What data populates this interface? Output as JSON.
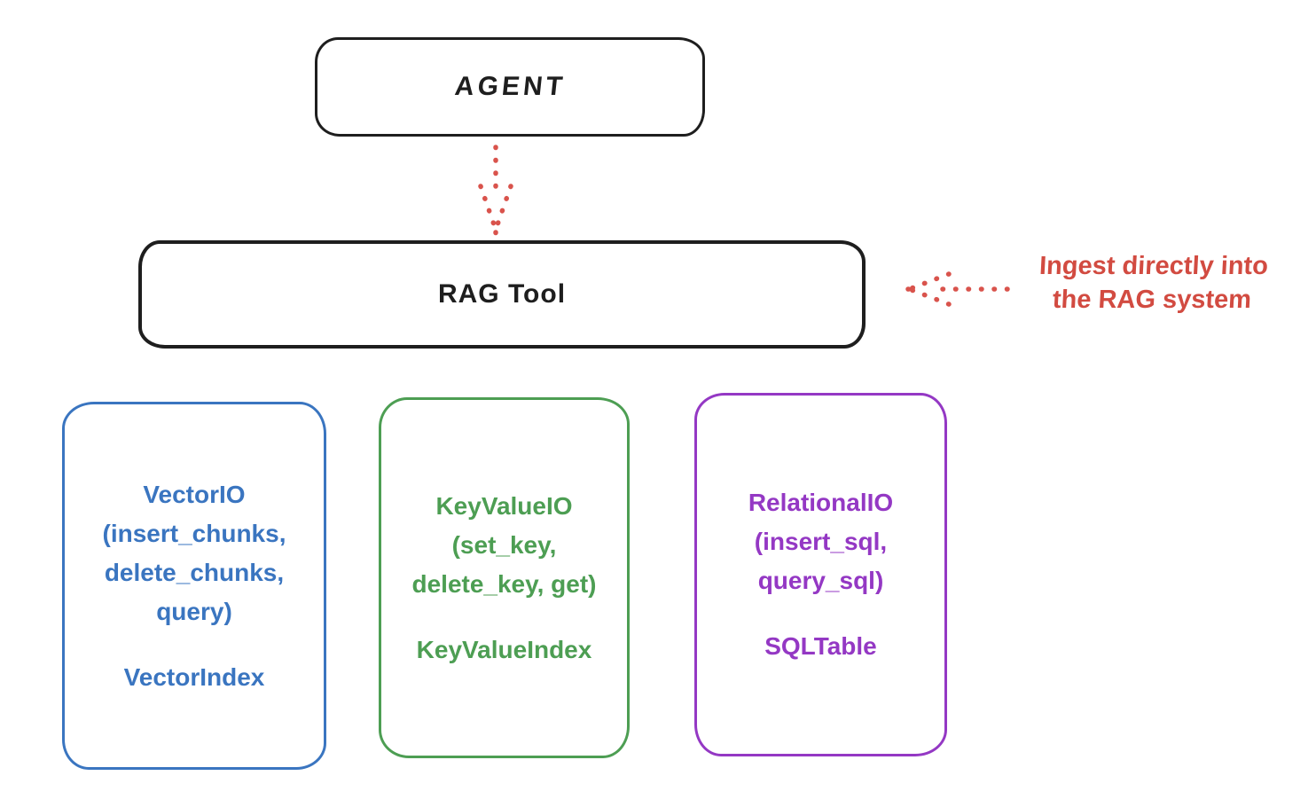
{
  "agent": {
    "label": "AGENT"
  },
  "rag_tool": {
    "label": "RAG Tool"
  },
  "annotation": {
    "line1": "Ingest directly into",
    "line2": "the RAG system"
  },
  "arrows": {
    "agent_to_rag_tool": "dotted-arrow-down",
    "annotation_to_rag_tool": "dotted-arrow-left"
  },
  "cards": [
    {
      "id": "vector-io",
      "lines": [
        "VectorIO",
        "(insert_chunks,",
        "delete_chunks,",
        "query)"
      ],
      "footer": "VectorIndex",
      "color": "#3a75c0"
    },
    {
      "id": "keyvalue-io",
      "lines": [
        "KeyValueIO",
        "(set_key,",
        "delete_key, get)"
      ],
      "footer": "KeyValueIndex",
      "color": "#4d9e53"
    },
    {
      "id": "relational-io",
      "lines": [
        "RelationalIO",
        "(insert_sql,",
        "query_sql)"
      ],
      "footer": "SQLTable",
      "color": "#9438c4"
    }
  ],
  "colors": {
    "stroke_black": "#1e1e1e",
    "accent_red": "#d24b41",
    "background": "#ffffff"
  }
}
